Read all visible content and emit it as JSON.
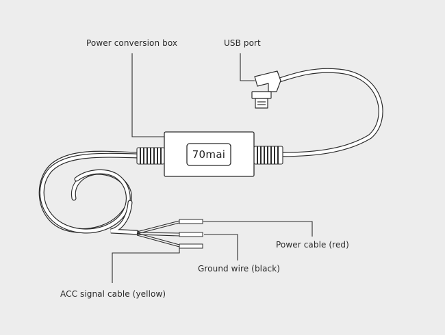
{
  "labels": {
    "power_conversion_box": "Power conversion box",
    "usb_port": "USB port",
    "power_cable_red": "Power cable (red)",
    "ground_wire_black": "Ground wire (black)",
    "acc_signal_cable_yellow": "ACC signal cable (yellow)"
  },
  "device": {
    "brand_logo": "70mai"
  },
  "colors": {
    "background": "#ededed",
    "line": "#2b2b2b",
    "cable_fill": "#ffffff"
  }
}
